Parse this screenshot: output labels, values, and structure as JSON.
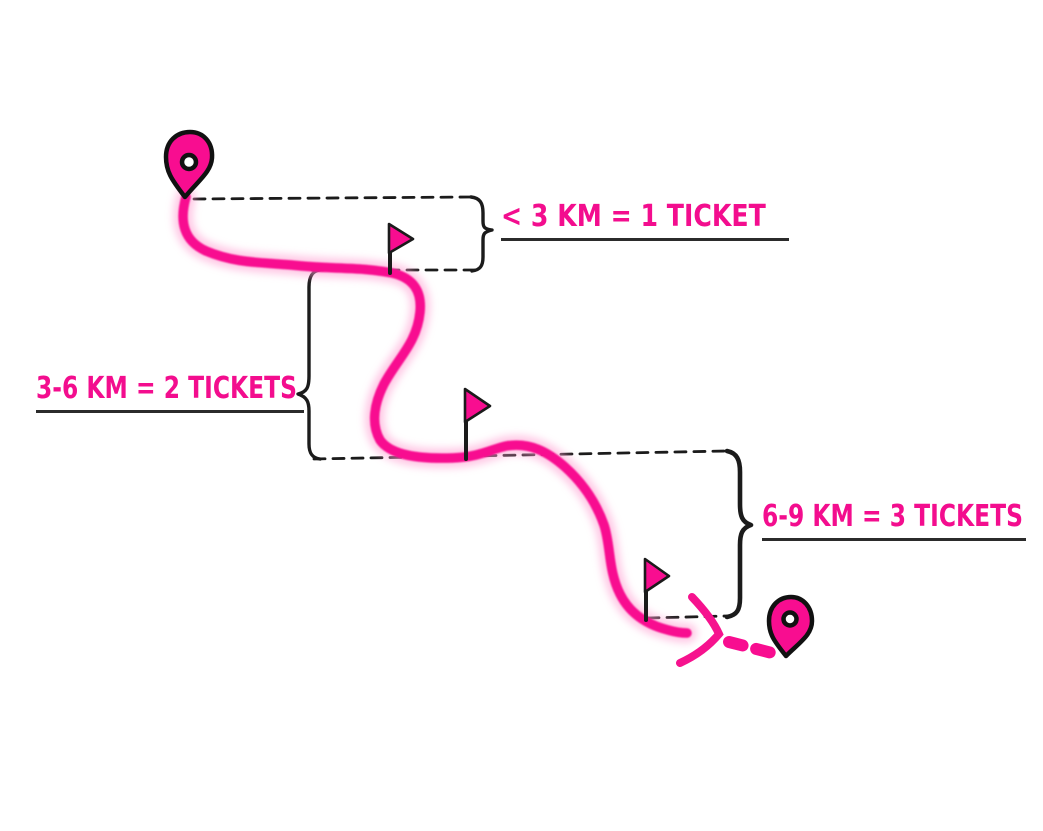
{
  "diagram": {
    "type": "hand-drawn route fare diagram",
    "background": "#ffffff",
    "route": {
      "start_marker": "map-pin",
      "end_marker": "map-pin",
      "checkpoint_flags": 3,
      "direction": "start top-left to destination bottom-right"
    },
    "fare_segments": [
      {
        "label": "< 3 KM  = 1 TICKET",
        "distance": "< 3 KM",
        "tickets": 1
      },
      {
        "label": "3-6 KM = 2 TICKETS",
        "distance": "3-6 KM",
        "tickets": 2
      },
      {
        "label": "6-9 KM = 3 TICKETS",
        "distance": "6-9 KM",
        "tickets": 3
      }
    ],
    "icons": {
      "start": "map-pin-icon",
      "destination": "map-pin-icon",
      "checkpoint": "flag-icon",
      "direction": "arrow-right-icon"
    },
    "colors": {
      "accent_pink": "#f80d90",
      "glow_pink": "#ff9ed1",
      "label_pink": "#f30d8e",
      "ink_black": "#1b1b1b"
    }
  }
}
